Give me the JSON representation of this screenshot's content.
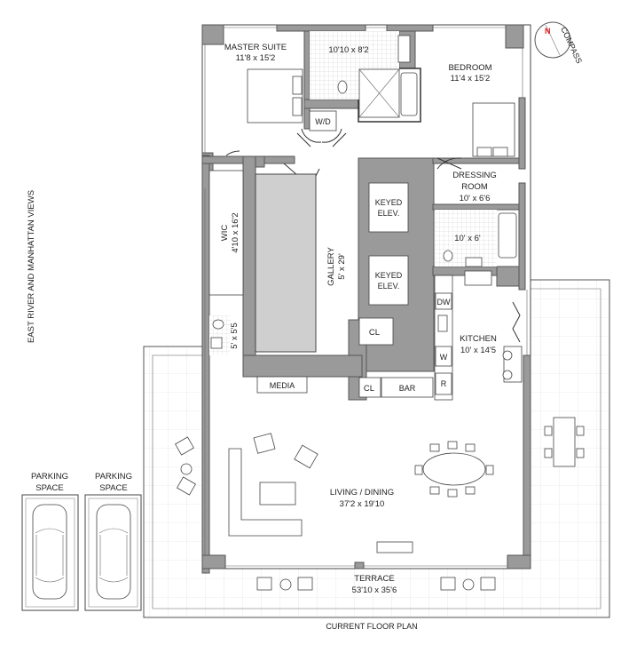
{
  "title": "CURRENT FLOOR PLAN",
  "side_note": "EAST RIVER AND MANHATTAN VIEWS",
  "compass": {
    "label": "COMPASS",
    "north": "N",
    "north_color": "#e02020"
  },
  "rooms": {
    "master_suite": {
      "name": "MASTER SUITE",
      "size": "11'8 x 15'2"
    },
    "master_bath": {
      "size": "10'10 x 8'2"
    },
    "bedroom": {
      "name": "BEDROOM",
      "size": "11'4 x 15'2"
    },
    "wd": {
      "name": "W/D"
    },
    "dressing": {
      "name1": "DRESSING",
      "name2": "ROOM",
      "size": "10' x 6'6"
    },
    "wic": {
      "name": "WIC",
      "size": "4'10 x 16'2"
    },
    "elev1": {
      "name1": "KEYED",
      "name2": "ELEV."
    },
    "elev2": {
      "name1": "KEYED",
      "name2": "ELEV."
    },
    "gallery": {
      "name": "GALLERY",
      "size": "5' x 29'"
    },
    "bath2": {
      "size": "10' x 6'"
    },
    "powder": {
      "size": "5' x 5'5"
    },
    "closet1": {
      "name": "CL"
    },
    "closet2": {
      "name": "CL"
    },
    "media": {
      "name": "MEDIA"
    },
    "bar": {
      "name": "BAR"
    },
    "dw": {
      "name": "DW"
    },
    "w": {
      "name": "W"
    },
    "r": {
      "name": "R"
    },
    "kitchen": {
      "name": "KITCHEN",
      "size": "10' x 14'5"
    },
    "living": {
      "name": "LIVING / DINING",
      "size": "37'2 x 19'10"
    },
    "terrace": {
      "name": "TERRACE",
      "size": "53'10 x 35'6"
    }
  },
  "parking": [
    {
      "line1": "PARKING",
      "line2": "SPACE"
    },
    {
      "line1": "PARKING",
      "line2": "SPACE"
    }
  ]
}
